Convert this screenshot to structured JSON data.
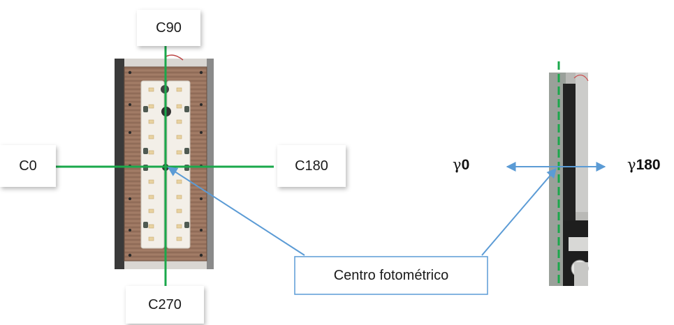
{
  "colors": {
    "axis_line": "#1aa84b",
    "arrow": "#5b9bd5",
    "board": "#9b7560",
    "led_strip": "#f3efe8",
    "profile": "#2b2b2b"
  },
  "left_view": {
    "top_label": "C90",
    "left_label": "C0",
    "right_label": "C180",
    "bottom_label": "C270"
  },
  "right_view": {
    "left_label_symbol": "γ",
    "left_label_value": "0",
    "right_label_symbol": "γ",
    "right_label_value": "180"
  },
  "callout": {
    "label": "Centro fotométrico"
  }
}
